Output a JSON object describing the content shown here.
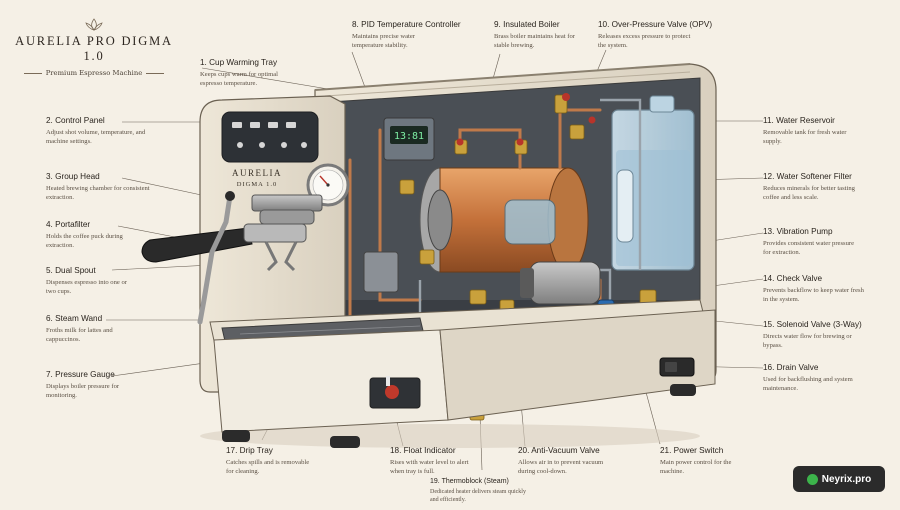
{
  "brand": {
    "title": "AURELIA PRO DIGMA 1.0",
    "subtitle": "Premium Espresso Machine"
  },
  "machine_label": {
    "line1": "AURELIA",
    "line2": "DIGMA 1.0"
  },
  "pid_display": "13:81",
  "watermark": "Neyrix.pro",
  "callouts": [
    {
      "number": "1.",
      "title": "Cup Warming Tray",
      "desc": "Keeps cups warm for optimal espresso temperature."
    },
    {
      "number": "2.",
      "title": "Control Panel",
      "desc": "Adjust shot volume, temperature, and machine settings."
    },
    {
      "number": "3.",
      "title": "Group Head",
      "desc": "Heated brewing chamber for consistent extraction."
    },
    {
      "number": "4.",
      "title": "Portafilter",
      "desc": "Holds the coffee puck during extraction."
    },
    {
      "number": "5.",
      "title": "Dual Spout",
      "desc": "Dispenses espresso into one or two cups."
    },
    {
      "number": "6.",
      "title": "Steam Wand",
      "desc": "Froths milk for lattes and cappuccinos."
    },
    {
      "number": "7.",
      "title": "Pressure Gauge",
      "desc": "Displays boiler pressure for monitoring."
    },
    {
      "number": "8.",
      "title": "PID Temperature Controller",
      "desc": "Maintains precise water temperature stability."
    },
    {
      "number": "9.",
      "title": "Insulated Boiler",
      "desc": "Brass boiler maintains heat for stable brewing."
    },
    {
      "number": "10.",
      "title": "Over-Pressure Valve (OPV)",
      "desc": "Releases excess pressure to protect the system."
    },
    {
      "number": "11.",
      "title": "Water Reservoir",
      "desc": "Removable tank for fresh water supply."
    },
    {
      "number": "12.",
      "title": "Water Softener Filter",
      "desc": "Reduces minerals for better tasting coffee and less scale."
    },
    {
      "number": "13.",
      "title": "Vibration Pump",
      "desc": "Provides consistent water pressure for extraction."
    },
    {
      "number": "14.",
      "title": "Check Valve",
      "desc": "Prevents backflow to keep water fresh in the system."
    },
    {
      "number": "15.",
      "title": "Solenoid Valve (3-Way)",
      "desc": "Directs water flow for brewing or bypass."
    },
    {
      "number": "16.",
      "title": "Drain Valve",
      "desc": "Used for backflushing and system maintenance."
    },
    {
      "number": "17.",
      "title": "Drip Tray",
      "desc": "Catches spills and is removable for cleaning."
    },
    {
      "number": "18.",
      "title": "Float Indicator",
      "desc": "Rises with water level to alert when tray is full."
    },
    {
      "number": "19.",
      "title": "Thermoblock (Steam)",
      "desc": "Dedicated heater delivers steam quickly and efficiently."
    },
    {
      "number": "20.",
      "title": "Anti-Vacuum Valve",
      "desc": "Allows air in to prevent vacuum during cool-down."
    },
    {
      "number": "21.",
      "title": "Power Switch",
      "desc": "Main power control for the machine."
    }
  ]
}
